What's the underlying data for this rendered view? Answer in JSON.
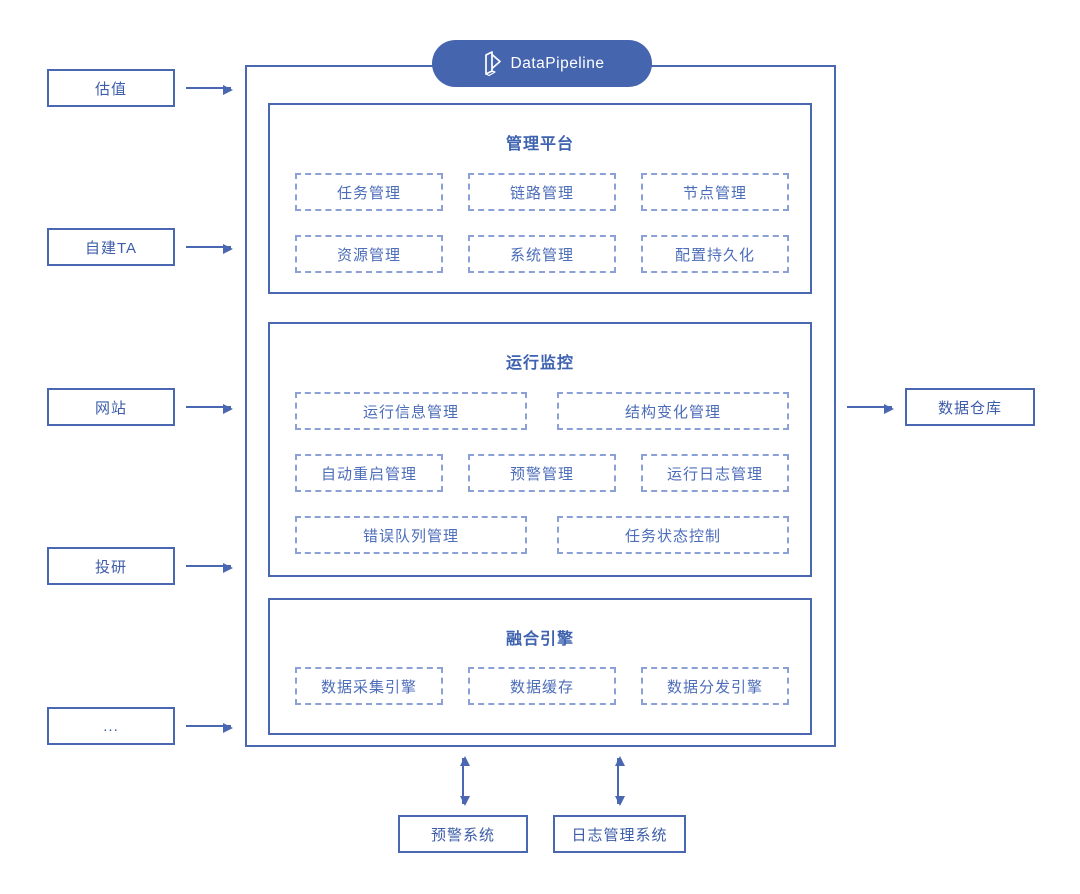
{
  "brand": {
    "name": "DataPipeline",
    "pill_color": "#4565ae",
    "line_color": "#4a68b1",
    "dashed_color": "#8ca0d8"
  },
  "sources": {
    "items": [
      {
        "label": "估值"
      },
      {
        "label": "自建TA"
      },
      {
        "label": "网站"
      },
      {
        "label": "投研"
      },
      {
        "label": "..."
      }
    ]
  },
  "platform": {
    "sections": [
      {
        "title": "管理平台",
        "rows": [
          [
            "任务管理",
            "链路管理",
            "节点管理"
          ],
          [
            "资源管理",
            "系统管理",
            "配置持久化"
          ]
        ]
      },
      {
        "title": "运行监控",
        "rows": [
          [
            "运行信息管理",
            "结构变化管理"
          ],
          [
            "自动重启管理",
            "预警管理",
            "运行日志管理"
          ],
          [
            "错误队列管理",
            "任务状态控制"
          ]
        ]
      },
      {
        "title": "融合引擎",
        "rows": [
          [
            "数据采集引擎",
            "数据缓存",
            "数据分发引擎"
          ]
        ]
      }
    ]
  },
  "outputs": {
    "warehouse": "数据仓库",
    "alert_system": "预警系统",
    "log_system": "日志管理系统"
  }
}
